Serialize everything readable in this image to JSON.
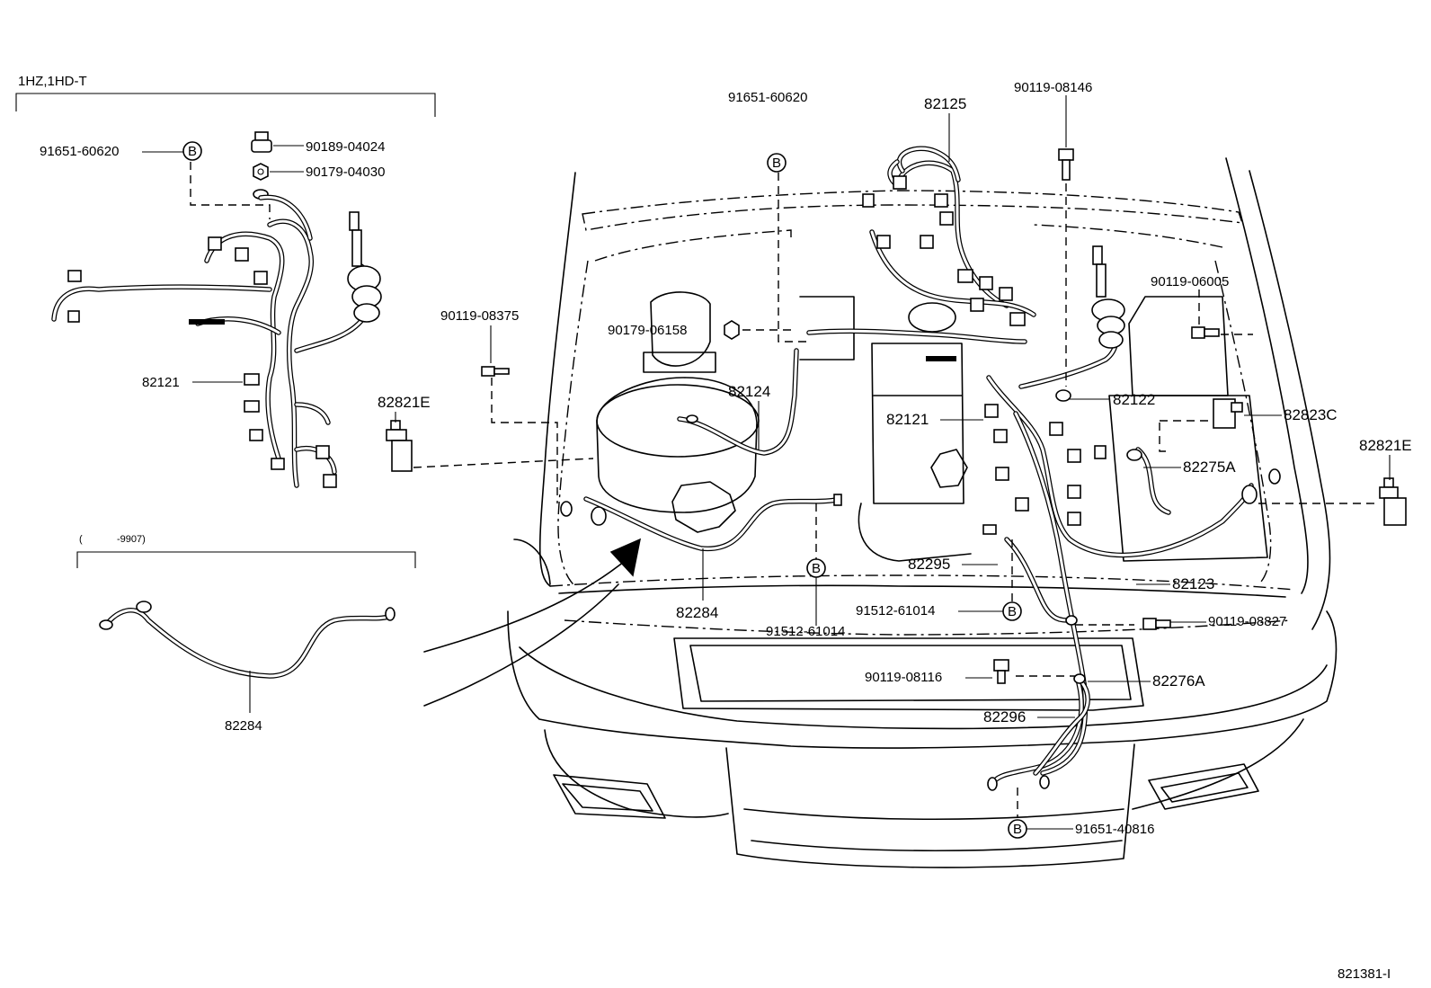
{
  "diagram_id": "821381-I",
  "inset_engine": {
    "title": "1HZ,1HD-T",
    "labels": {
      "clamp_b": "91651-60620",
      "bolt": "90189-04024",
      "nut": "90179-04030",
      "harness": "82121"
    }
  },
  "inset_wire": {
    "title_open": "(",
    "title_date": "-9907)",
    "label": "82284"
  },
  "callout_symbol": "B",
  "main_labels": {
    "l_91651_60620": "91651-60620",
    "l_82125": "82125",
    "l_90119_08146": "90119-08146",
    "l_90119_08375": "90119-08375",
    "l_90179_06158": "90179-06158",
    "l_90119_06005": "90119-06005",
    "l_82124": "82124",
    "l_82122": "82122",
    "l_82821e_left": "82821E",
    "l_82121": "82121",
    "l_82823c": "82823C",
    "l_82821e_right": "82821E",
    "l_82275a": "82275A",
    "l_82295": "82295",
    "l_82123": "82123",
    "l_82284": "82284",
    "l_91512_61014_a": "91512-61014",
    "l_91512_61014_b": "91512-61014",
    "l_90119_08827": "90119-08827",
    "l_90119_08116": "90119-08116",
    "l_82276a": "82276A",
    "l_82296": "82296",
    "l_91651_40816": "91651-40816"
  }
}
